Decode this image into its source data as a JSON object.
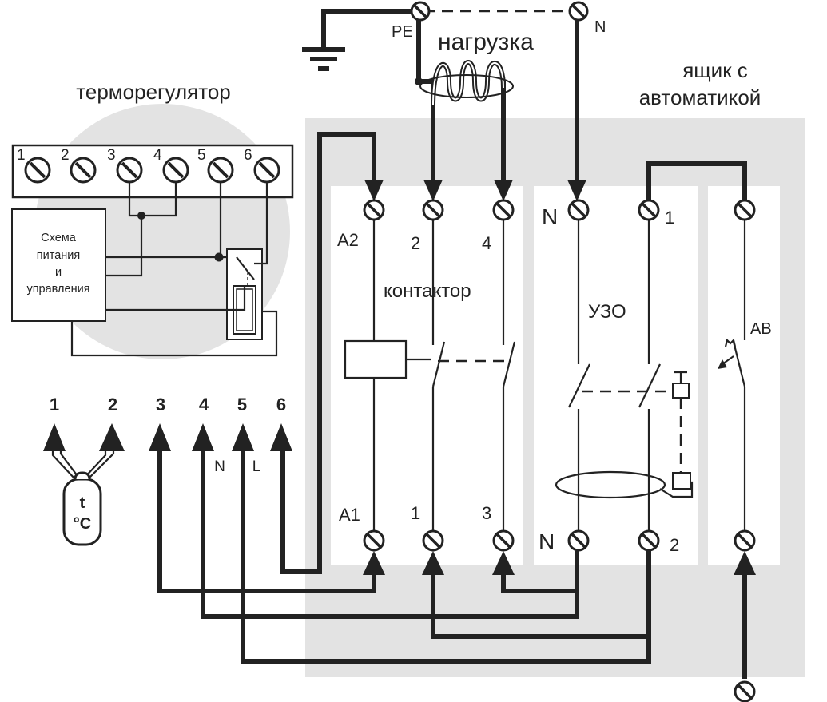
{
  "labels": {
    "thermostat": "терморегулятор",
    "load": "нагрузка",
    "box_line1": "ящик с",
    "box_line2": "автоматикой",
    "pe": "PE",
    "n_top": "N",
    "scheme_line1": "Схема",
    "scheme_line2": "питания",
    "scheme_line3": "и",
    "scheme_line4": "управления",
    "contactor": "контактор",
    "uzo": "УЗО",
    "breaker": "АВ",
    "a2": "A2",
    "a1": "A1",
    "c2": "2",
    "c4": "4",
    "c1": "1",
    "c3": "3",
    "uzo_n_top": "N",
    "uzo_1": "1",
    "uzo_n_bottom": "N",
    "uzo_2": "2",
    "wire_n": "N",
    "wire_l": "L",
    "sensor_t": "t",
    "sensor_unit": "°C"
  },
  "terminals_numbers": [
    "1",
    "2",
    "3",
    "4",
    "5",
    "6"
  ],
  "wire_numbers": [
    "1",
    "2",
    "3",
    "4",
    "5",
    "6"
  ]
}
